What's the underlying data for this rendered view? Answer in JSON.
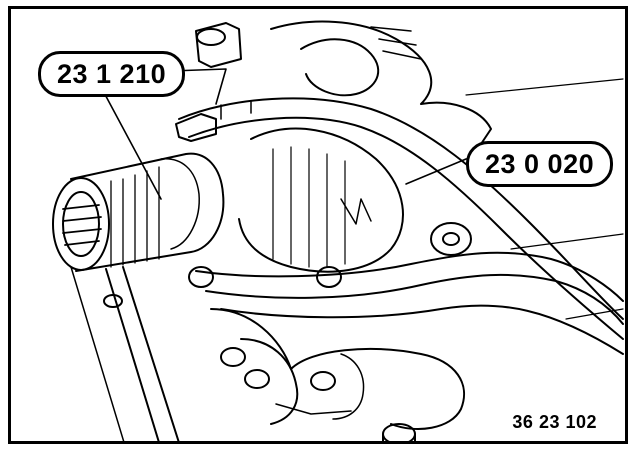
{
  "callouts": {
    "tool_a": "23 1 210",
    "tool_b": "23 0 020"
  },
  "figure_number": "36 23 102"
}
